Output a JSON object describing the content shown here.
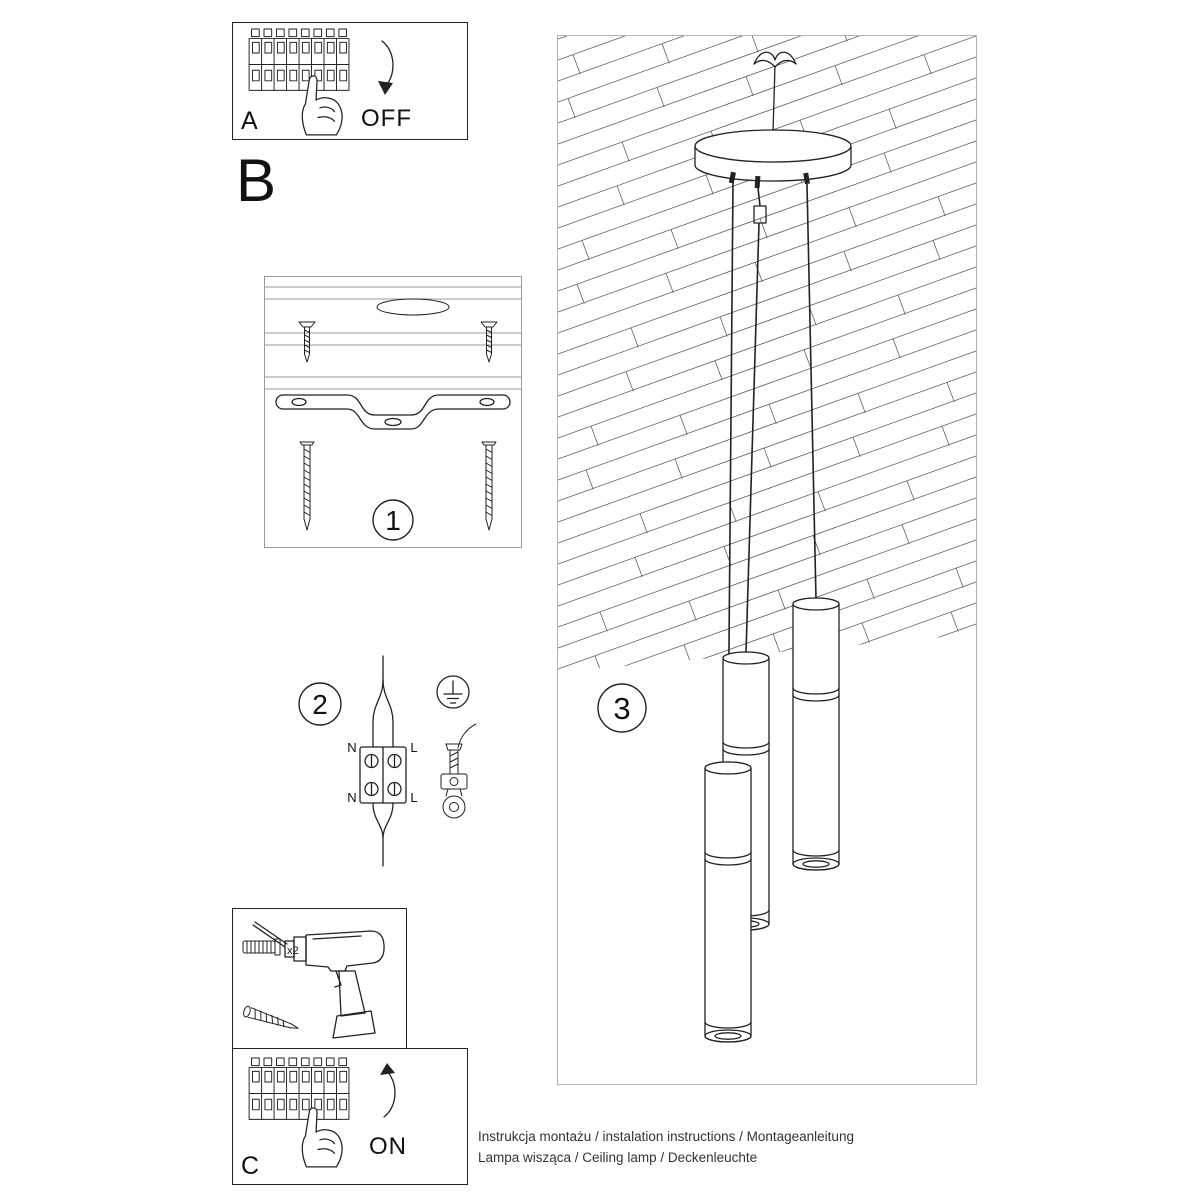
{
  "document": {
    "footer": {
      "line1": "Instrukcja montażu / instalation instructions / Montageanleitung",
      "line2": "Lampa wisząca / Ceiling lamp / Deckenleuchte"
    }
  },
  "sections": {
    "a": {
      "label": "A",
      "switch_state": "OFF"
    },
    "b": {
      "label": "B"
    },
    "c": {
      "label": "C",
      "switch_state": "ON"
    }
  },
  "steps": {
    "step1": {
      "number": "1"
    },
    "step2": {
      "number": "2",
      "terminal_labels": {
        "top_left": "N",
        "top_right": "L",
        "bottom_left": "N",
        "bottom_right": "L"
      }
    },
    "step3": {
      "number": "3"
    }
  },
  "hardware": {
    "plug_count": "x2"
  },
  "colors": {
    "line": "#222222",
    "panel_border": "#222222",
    "light_border": "#b3b3b3",
    "background": "#ffffff"
  }
}
